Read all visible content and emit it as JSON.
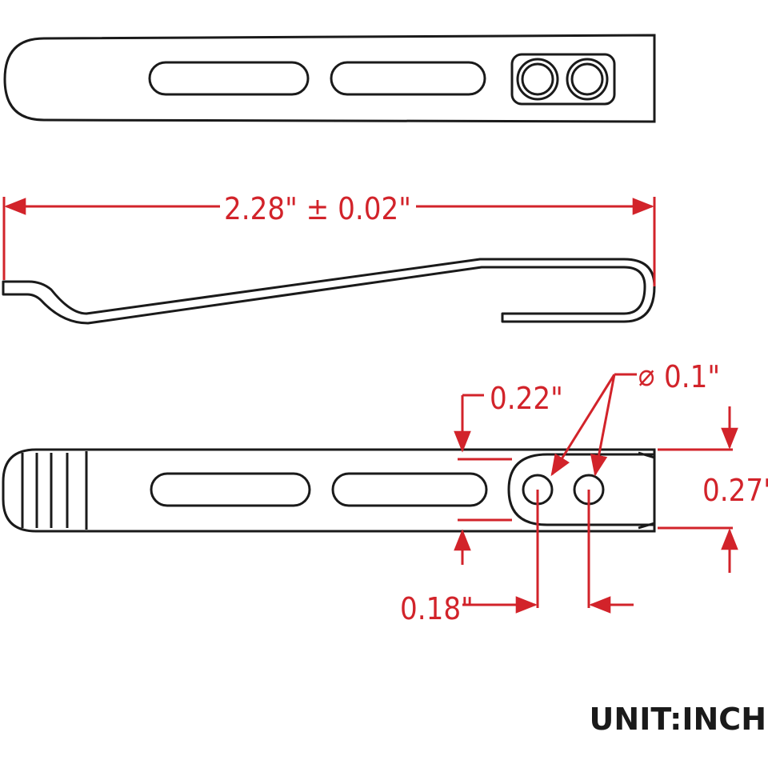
{
  "colors": {
    "outline": "#1a1a1a",
    "dimension": "#d2232a",
    "background": "#ffffff"
  },
  "dimensions": {
    "overall_length": "2.28\" ± 0.02\"",
    "hole_diameter_symbol": "⌀",
    "hole_diameter": "0.1\"",
    "hole_offset": "0.22\"",
    "clip_width": "0.27\"",
    "hole_spacing": "0.18\""
  },
  "unit_label": "UNIT:INCH"
}
